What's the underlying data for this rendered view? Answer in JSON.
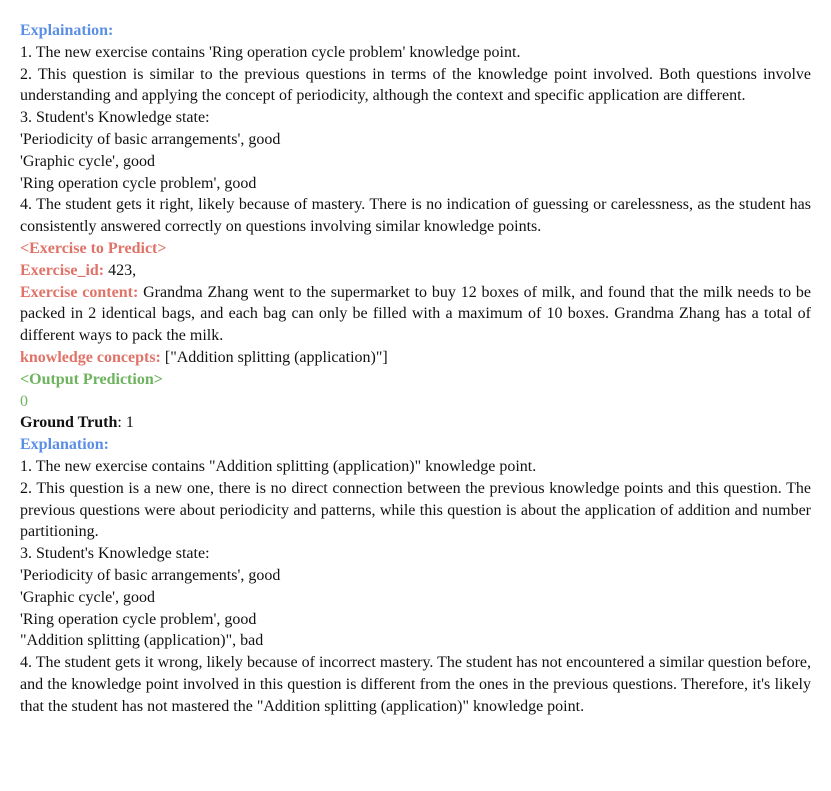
{
  "explanation1": {
    "label": "Explaination:",
    "p1": "1. The new exercise contains 'Ring operation cycle problem' knowledge point.",
    "p2": "2. This question is similar to the previous questions in terms of the knowledge point involved. Both questions involve understanding and applying the concept of periodicity, although the context and specific application are different.",
    "p3": "3. Student's Knowledge state:",
    "states": [
      "'Periodicity of basic arrangements', good",
      "'Graphic cycle', good",
      "'Ring operation cycle problem', good"
    ],
    "p4": "4. The student gets it right, likely because of mastery. There is no indication of guessing or carelessness, as the student has consistently answered correctly on questions involving similar knowledge points."
  },
  "exercise": {
    "header": "<Exercise to Predict>",
    "id_label": "Exercise_id:",
    "id_value": " 423,",
    "content_label": "Exercise content:",
    "content_value": " Grandma Zhang went to the supermarket to buy 12 boxes of milk, and found that the milk needs to be packed in 2 identical bags, and each bag can only be filled with a maximum of 10 boxes. Grandma Zhang has a total of different ways to pack the milk.",
    "kc_label": "knowledge concepts:",
    "kc_value": " [\"Addition splitting (application)\"]"
  },
  "prediction": {
    "header": "<Output Prediction>",
    "value": "0",
    "gt_label": "Ground Truth",
    "gt_value": ": 1"
  },
  "explanation2": {
    "label": "Explanation:",
    "p1": "1. The new exercise contains \"Addition splitting (application)\" knowledge point.",
    "p2": "2. This question is a new one, there is no direct connection between the previous knowledge points and this question. The previous questions were about periodicity and patterns, while this question is about the application of addition and number partitioning.",
    "p3": "3. Student's Knowledge state:",
    "states": [
      "'Periodicity of basic arrangements', good",
      "'Graphic cycle', good",
      "'Ring operation cycle problem', good",
      "\"Addition splitting (application)\", bad"
    ],
    "p4": "4. The student gets it wrong, likely because of incorrect mastery. The student has not encountered a similar question before, and the knowledge point involved in this question is different from the ones in the previous questions. Therefore, it's likely that the student has not mastered the \"Addition splitting (application)\" knowledge point."
  },
  "colors": {
    "blue_label": "#5b8fe6",
    "red_label": "#e07368",
    "green_label": "#6db35e",
    "text": "#111111",
    "background": "#ffffff"
  }
}
